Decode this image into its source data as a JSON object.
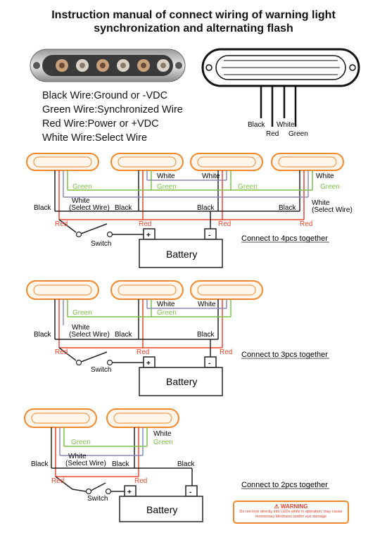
{
  "title": {
    "line1": "Instruction manual of connect wiring of warning light",
    "line2": "synchronization and alternating flash"
  },
  "legend": {
    "black": "Black Wire:Ground or -VDC",
    "green": "Green Wire:Synchronized Wire",
    "red": "Red Wire:Power or +VDC",
    "white": "White Wire:Select Wire"
  },
  "top_wires": {
    "black": "Black",
    "white": "White",
    "red": "Red",
    "green": "Green"
  },
  "labels": {
    "black": "Black",
    "white": "White",
    "white_select": "(Select Wire)",
    "green": "Green",
    "red": "Red",
    "switch": "Switch",
    "battery": "Battery",
    "plus": "+",
    "minus": "-"
  },
  "sections": {
    "four": "Connect to 4pcs together",
    "three": "Connect to 3pcs together",
    "two": "Connect to 2pcs together"
  },
  "warning": {
    "title": "WARNING",
    "text1": "Do not look directly into LEDs while in operation: may cause",
    "text2": "momentary blindness and/or eye damage"
  },
  "colors": {
    "orange": "#f0892c",
    "black_wire": "#222222",
    "green_wire": "#7cc04a",
    "red_wire": "#e8452c",
    "white_wire": "#8a8ab8"
  }
}
